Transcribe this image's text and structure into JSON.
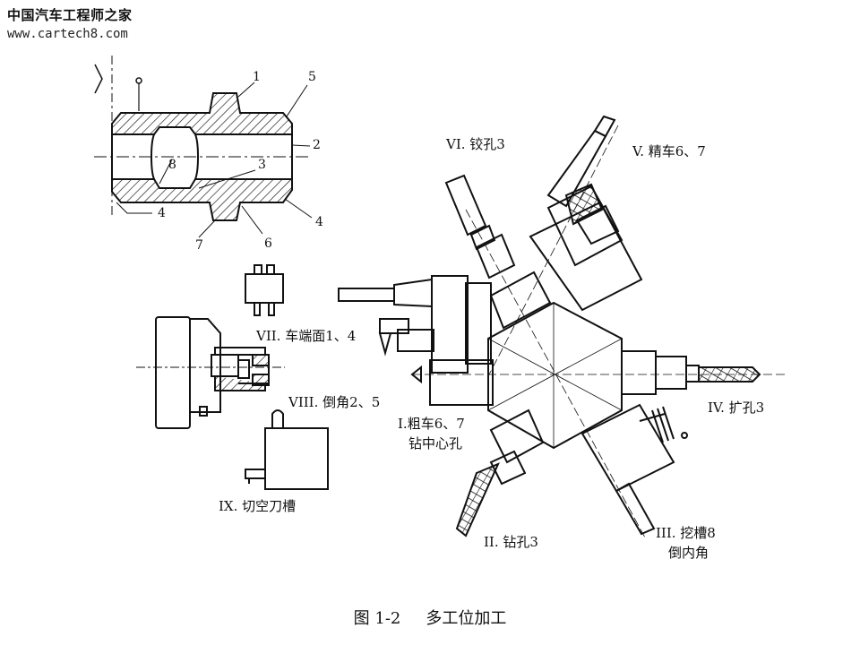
{
  "watermark": {
    "line1": "中国汽车工程师之家",
    "line2": "www.cartech8.com"
  },
  "part_numbers": {
    "n1": "1",
    "n2": "2",
    "n3": "3",
    "n4a": "4",
    "n4b": "4",
    "n5": "5",
    "n6": "6",
    "n7": "7",
    "n8": "8"
  },
  "stations": {
    "s1_line1": "I.粗车6、7",
    "s1_line2": "钻中心孔",
    "s2": "II. 钻孔3",
    "s3_line1": "III. 挖槽8",
    "s3_line2": "倒内角",
    "s4": "IV. 扩孔3",
    "s5": "V. 精车6、7",
    "s6": "VI. 铰孔3",
    "s7": "VII. 车端面1、4",
    "s8": "VIII. 倒角2、5",
    "s9": "IX. 切空刀槽"
  },
  "caption": {
    "figure_no": "图 1-2",
    "title": "多工位加工"
  }
}
